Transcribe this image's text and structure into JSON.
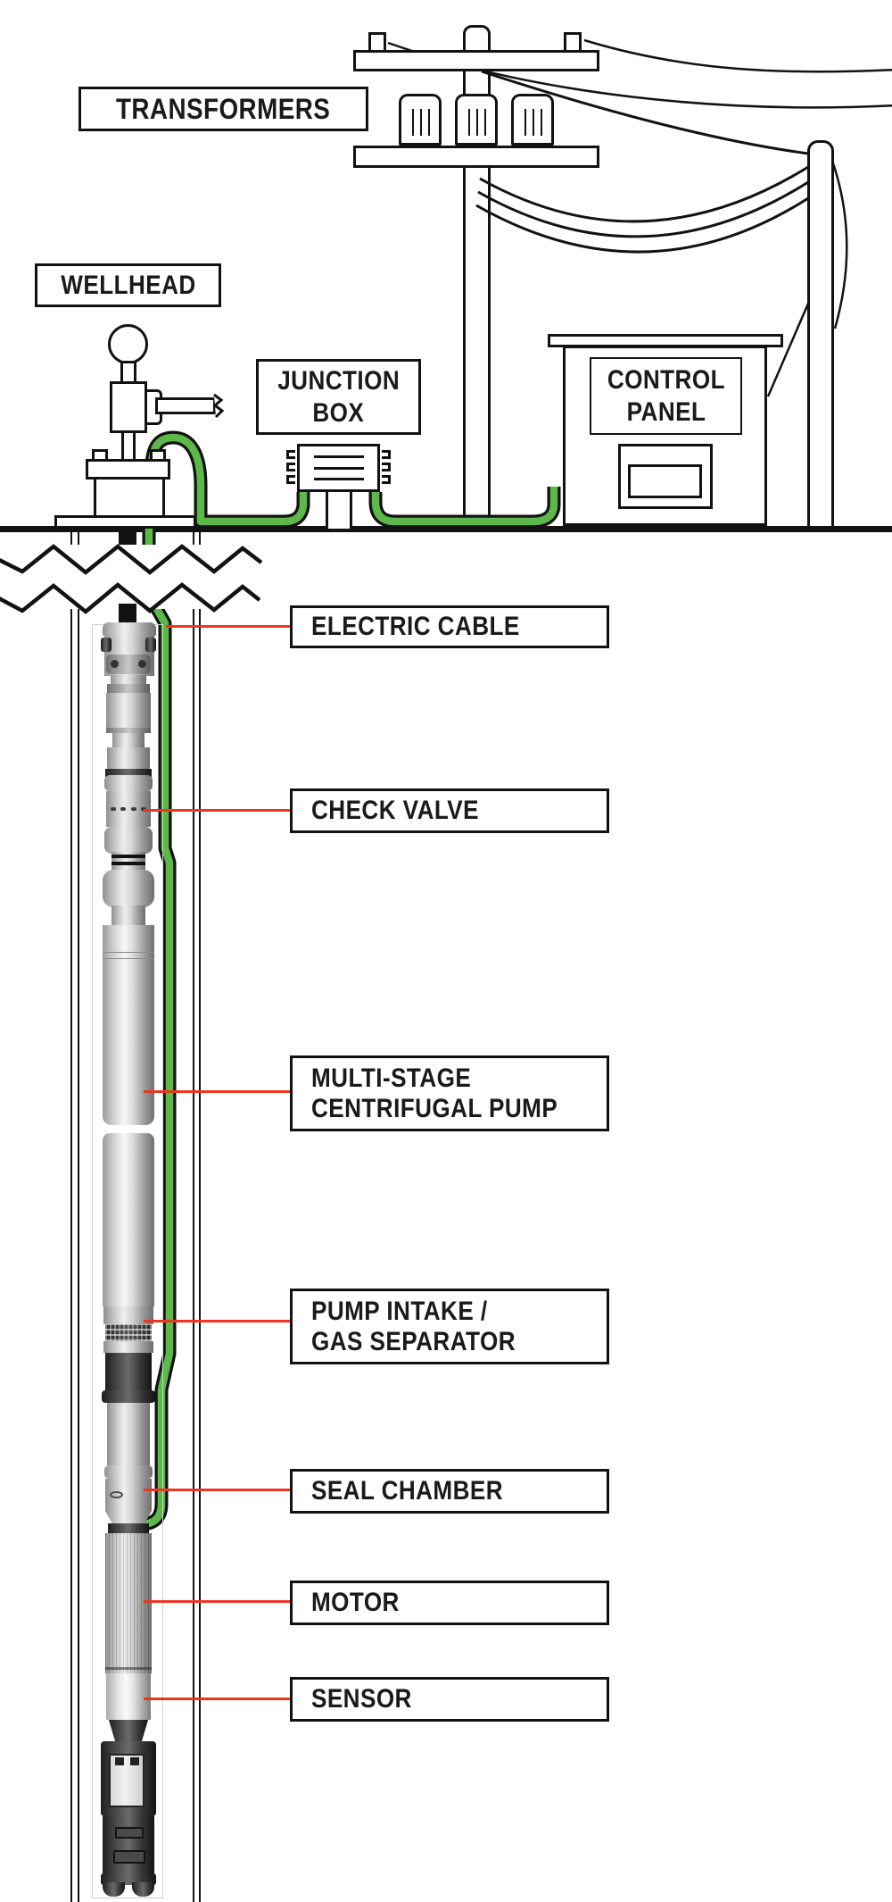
{
  "diagram": {
    "type": "esp-well-schematic",
    "surface_labels": {
      "transformers": "TRANSFORMERS",
      "wellhead": "WELLHEAD",
      "junction_box": {
        "line1": "JUNCTION",
        "line2": "BOX"
      },
      "control_panel": {
        "line1": "CONTROL",
        "line2": "PANEL"
      }
    },
    "callouts": [
      {
        "id": "electric-cable",
        "line1": "ELECTRIC CABLE",
        "line2": ""
      },
      {
        "id": "check-valve",
        "line1": "CHECK VALVE",
        "line2": ""
      },
      {
        "id": "multi-stage-centrifugal-pump",
        "line1": "MULTI-STAGE",
        "line2": "CENTRIFUGAL PUMP"
      },
      {
        "id": "pump-intake-gas-separator",
        "line1": "PUMP INTAKE /",
        "line2": "GAS SEPARATOR"
      },
      {
        "id": "seal-chamber",
        "line1": "SEAL CHAMBER",
        "line2": ""
      },
      {
        "id": "motor",
        "line1": "MOTOR",
        "line2": ""
      },
      {
        "id": "sensor",
        "line1": "SENSOR",
        "line2": ""
      }
    ],
    "colors": {
      "cable_green": "#5cb848",
      "leader_red": "#ee3524",
      "line_black": "#121212"
    }
  }
}
